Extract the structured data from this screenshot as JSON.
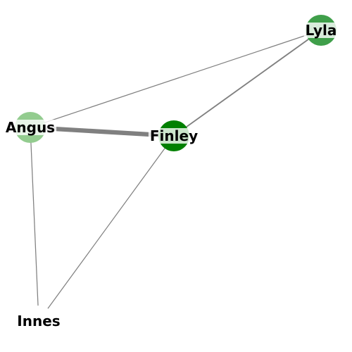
{
  "graph": {
    "edge_color": "#808080",
    "node_colors": {
      "Lyla": "#3f9f4a",
      "Finley": "#008000",
      "Angus": "#93cc8f",
      "Innes": "#ffffff"
    },
    "nodes": [
      {
        "id": "Lyla",
        "label": "Lyla"
      },
      {
        "id": "Angus",
        "label": "Angus"
      },
      {
        "id": "Finley",
        "label": "Finley"
      },
      {
        "id": "Innes",
        "label": "Innes"
      }
    ],
    "edges": [
      {
        "source": "Angus",
        "target": "Lyla",
        "weight": 1
      },
      {
        "source": "Finley",
        "target": "Lyla",
        "weight": 1.5
      },
      {
        "source": "Angus",
        "target": "Finley",
        "weight": 5
      },
      {
        "source": "Angus",
        "target": "Innes",
        "weight": 1
      },
      {
        "source": "Finley",
        "target": "Innes",
        "weight": 1
      }
    ]
  }
}
